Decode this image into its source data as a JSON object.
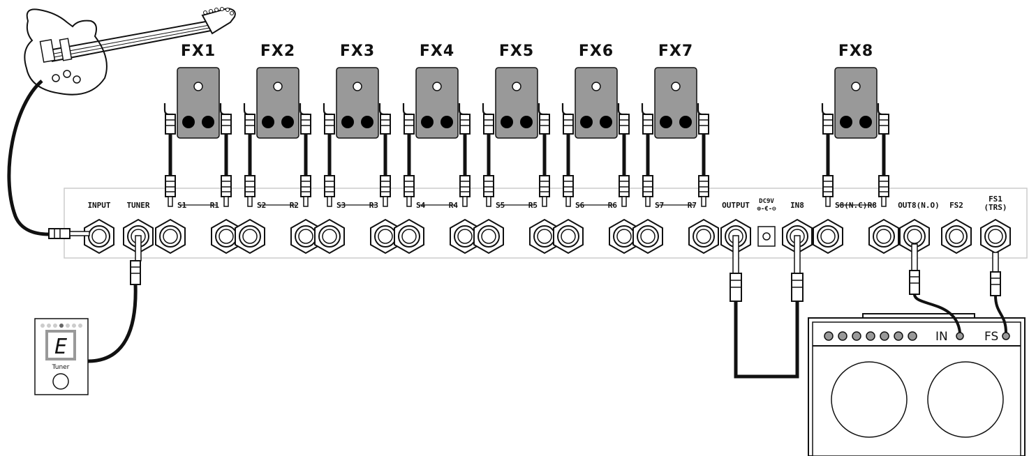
{
  "fx_pedals": [
    {
      "label": "FX1",
      "send": "S1",
      "ret": "R1"
    },
    {
      "label": "FX2",
      "send": "S2",
      "ret": "R2"
    },
    {
      "label": "FX3",
      "send": "S3",
      "ret": "R3"
    },
    {
      "label": "FX4",
      "send": "S4",
      "ret": "R4"
    },
    {
      "label": "FX5",
      "send": "S5",
      "ret": "R5"
    },
    {
      "label": "FX6",
      "send": "S6",
      "ret": "R6"
    },
    {
      "label": "FX7",
      "send": "S7",
      "ret": "R7"
    },
    {
      "label": "FX8",
      "send": "S8(N.C)",
      "ret": "R8"
    }
  ],
  "jacks": {
    "input": "INPUT",
    "tuner": "TUNER",
    "output": "OUTPUT",
    "dc": "DC9V",
    "in8": "IN8",
    "out8": "OUT8(N.O)",
    "fs2": "FS2",
    "fs1_line1": "FS1",
    "fs1_line2": "(TRS)"
  },
  "tuner": {
    "note": "E",
    "label": "Tuner"
  },
  "amp": {
    "in_label": "IN",
    "fs_label": "FS"
  }
}
